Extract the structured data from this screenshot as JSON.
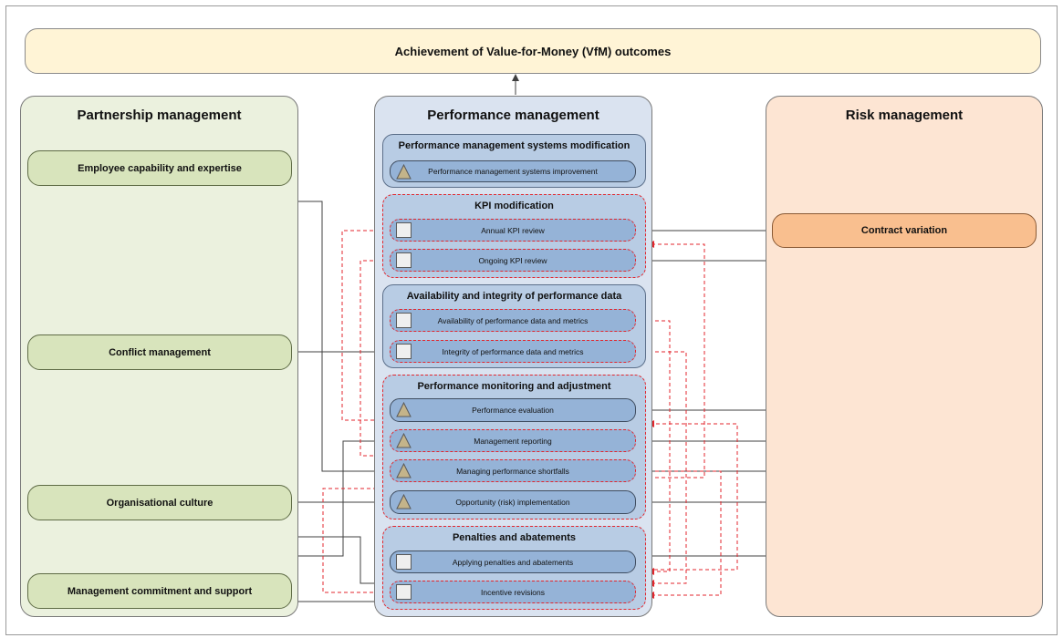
{
  "title": "Achievement of Value-for-Money (VfM) outcomes",
  "partnership": {
    "title": "Partnership management",
    "items": [
      {
        "label": "Employee capability and expertise"
      },
      {
        "label": "Conflict management"
      },
      {
        "label": "Organisational culture"
      },
      {
        "label": "Management commitment and support"
      }
    ]
  },
  "performance": {
    "title": "Performance management",
    "groups": [
      {
        "title": "Performance management systems modification",
        "items": [
          {
            "label": "Performance management systems improvement",
            "icon": "triangle-icon"
          }
        ]
      },
      {
        "title": "KPI modification",
        "items": [
          {
            "label": "Annual KPI review",
            "icon": "square-icon"
          },
          {
            "label": "Ongoing KPI review",
            "icon": "square-icon"
          }
        ]
      },
      {
        "title": "Availability and integrity of performance data",
        "items": [
          {
            "label": "Availability of performance data and metrics",
            "icon": "square-icon"
          },
          {
            "label": "Integrity of performance data and metrics",
            "icon": "square-icon"
          }
        ]
      },
      {
        "title": "Performance monitoring and adjustment",
        "items": [
          {
            "label": "Performance evaluation",
            "icon": "triangle-icon"
          },
          {
            "label": "Management reporting",
            "icon": "triangle-icon"
          },
          {
            "label": "Managing performance shortfalls",
            "icon": "triangle-icon"
          },
          {
            "label": "Opportunity (risk) implementation",
            "icon": "triangle-icon"
          }
        ]
      },
      {
        "title": "Penalties and abatements",
        "items": [
          {
            "label": "Applying penalties and abatements",
            "icon": "square-icon"
          },
          {
            "label": "Incentive revisions",
            "icon": "square-icon"
          }
        ]
      }
    ]
  },
  "risk": {
    "title": "Risk management",
    "items": [
      {
        "label": "Contract variation"
      }
    ]
  },
  "colors": {
    "connector": "#404040",
    "feedback_dashed": "#e3262d",
    "triangle_fill": "#c4b48a"
  }
}
